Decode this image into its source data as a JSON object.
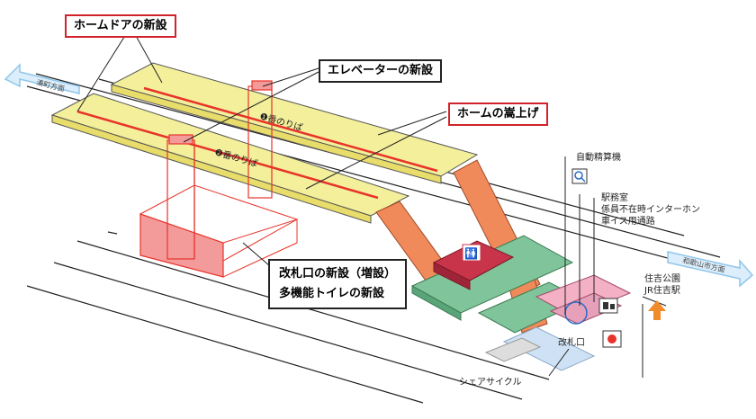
{
  "callouts": {
    "platform_doors": "ホームドアの新設",
    "elevator": "エレベーターの新設",
    "platform_raise": "ホームの嵩上げ",
    "gate_line1": "改札口の新設（増設）",
    "gate_line2": "多機能トイレの新設"
  },
  "platforms": {
    "p1": "❶番のりば",
    "p2": "❷番のりば"
  },
  "directions": {
    "left": "湊町方面",
    "right": "和歌山市方面"
  },
  "labels": {
    "ticket_machine": "自動精算機",
    "office_lines": [
      "駅務室",
      "係員不在時インターホン",
      "車イス用通路"
    ],
    "park_lines": [
      "住吉公園",
      "JR住吉駅"
    ],
    "ticket_gate": "改札口",
    "share_cycle": "シェアサイクル"
  },
  "colors": {
    "platform": "#f3ef9a",
    "platform_edge": "#e8dc6a",
    "door_line": "#e8332a",
    "stair": "#f08a5a",
    "concourse": "#7fc49a",
    "toilet": "#c8344a",
    "building_fill": "#f39a9a",
    "building_line": "#e8332a",
    "callout_red": "#d2232a",
    "arrow_blue": "#8fc6ea"
  },
  "icons": [
    "toilet-icon",
    "magnifier-icon",
    "intercom-icon",
    "wheelchair-icon",
    "arrow-icon"
  ]
}
